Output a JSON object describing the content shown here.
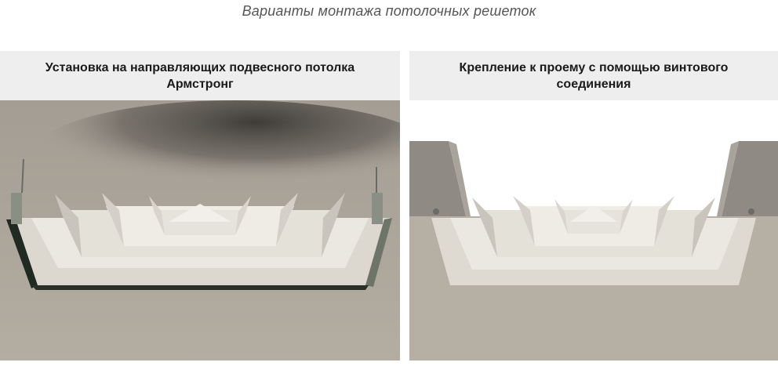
{
  "page": {
    "title": "Варианты монтажа потолочных решеток"
  },
  "panels": [
    {
      "heading": "Установка на направляющих подвесного потолка Армстронг",
      "icon": "armstrong-grid-mount-illustration"
    },
    {
      "heading": "Крепление к проему с помощью винтового соединения",
      "icon": "screw-mount-illustration"
    }
  ],
  "colors": {
    "header_bg": "#eeeeee",
    "ceiling": "#b7b0a4",
    "grille": "#e9e6df"
  }
}
